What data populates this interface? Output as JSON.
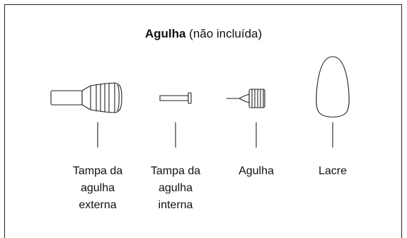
{
  "title": {
    "bold": "Agulha",
    "rest": " (não incluída)"
  },
  "items": [
    {
      "icon": "outer-needle-cap-icon",
      "lines": [
        "Tampa da",
        "agulha",
        "externa"
      ]
    },
    {
      "icon": "inner-needle-cap-icon",
      "lines": [
        "Tampa da",
        "agulha",
        "interna"
      ]
    },
    {
      "icon": "needle-icon",
      "lines": [
        "Agulha"
      ]
    },
    {
      "icon": "seal-tab-icon",
      "lines": [
        "Lacre"
      ]
    }
  ]
}
